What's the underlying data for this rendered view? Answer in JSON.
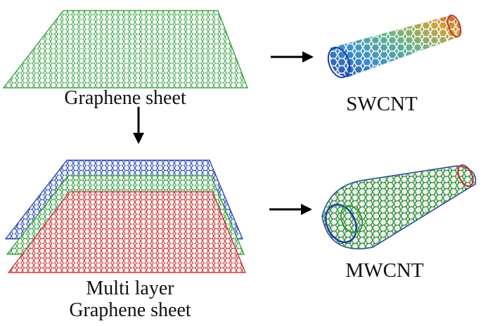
{
  "labels": {
    "graphene_sheet": "Graphene sheet",
    "swcnt": "SWCNT",
    "multi_layer_line1": "Multi layer",
    "multi_layer_line2": "Graphene sheet",
    "mwcnt": "MWCNT"
  },
  "colors": {
    "graphene": "#2e9a3a",
    "layer_blue": "#1f3fa6",
    "layer_green": "#2f9a37",
    "layer_red": "#c62828",
    "swcnt_gradient": [
      "#1e3aa8",
      "#3c8fd0",
      "#66b48a",
      "#d4a23a",
      "#c0392b"
    ],
    "arrow": "#000000"
  },
  "icons": [
    "arrow-right-icon",
    "arrow-down-icon"
  ]
}
